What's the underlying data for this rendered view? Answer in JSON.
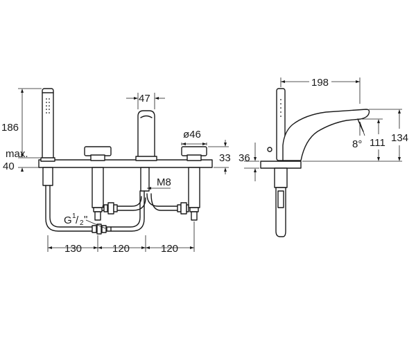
{
  "front_view": {
    "dimensions": {
      "spout_width": "47",
      "shower_height": "186",
      "deck_offset_prefix": "max.",
      "deck_offset": "40",
      "handle_diameter": "ø46",
      "handle_height": "33",
      "thread_m8": "M8",
      "thread_g_main": "G",
      "thread_g_super": "1",
      "thread_g_sub": "2",
      "thread_g_suffix": "\"",
      "spacing_left": "130",
      "spacing_mid": "120",
      "spacing_right": "120"
    }
  },
  "side_view": {
    "dimensions": {
      "spout_reach": "198",
      "total_height": "134",
      "spout_height": "111",
      "spout_angle": "8°",
      "deck_height": "36"
    }
  }
}
